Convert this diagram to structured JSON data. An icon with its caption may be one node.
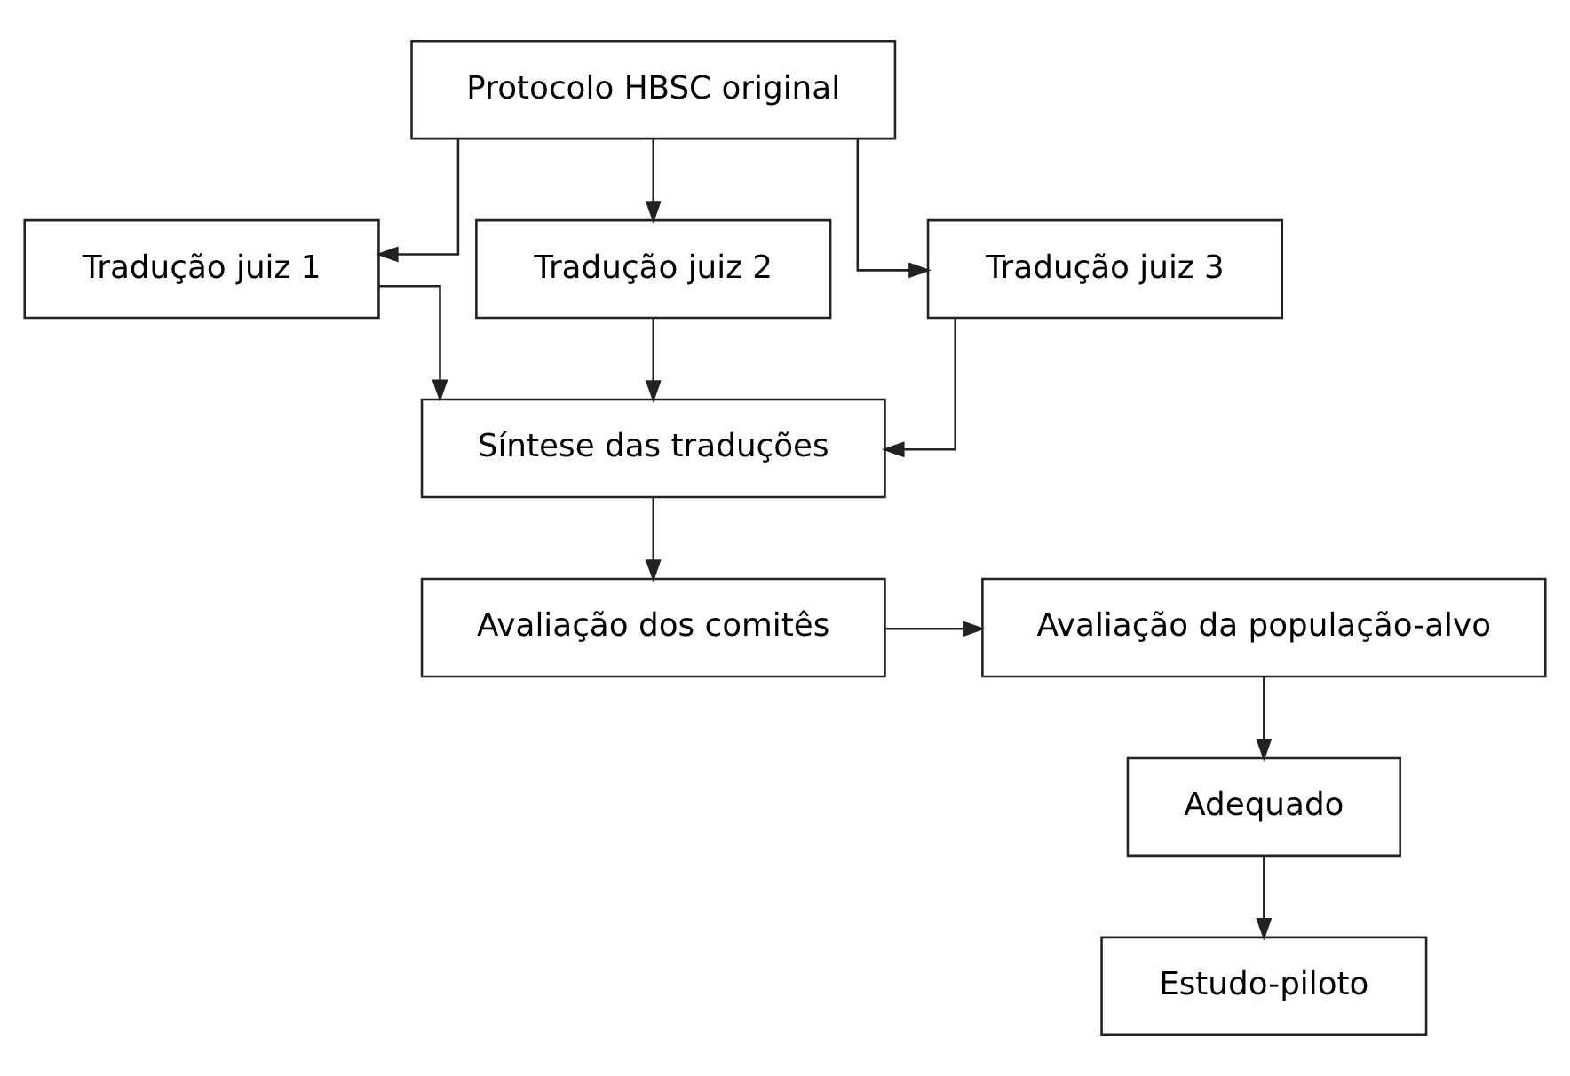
{
  "diagram": {
    "nodes": [
      {
        "text": [
          "Protocolo HBSC original"
        ]
      },
      {
        "text": [
          "Tradução juiz 1"
        ]
      },
      {
        "text": [
          "Tradução juiz 2"
        ]
      },
      {
        "text": [
          "Tradução juiz 3"
        ]
      },
      {
        "text": [
          "Síntese das traduções"
        ]
      },
      {
        "text": [
          "Avaliação dos comitês"
        ]
      },
      {
        "text": [
          "Avaliação da população-alvo"
        ]
      },
      {
        "text": [
          "Adequado"
        ]
      },
      {
        "text": [
          "Estudo-piloto"
        ]
      }
    ],
    "edges": [
      {
        "from": 0,
        "to": 1,
        "arrow": "to"
      },
      {
        "from": 0,
        "to": 2,
        "arrow": "to"
      },
      {
        "from": 0,
        "to": 3,
        "arrow": "to"
      },
      {
        "from": 1,
        "to": 4,
        "arrow": "to"
      },
      {
        "from": 2,
        "to": 4,
        "arrow": "to"
      },
      {
        "from": 3,
        "to": 4,
        "arrow": "to"
      },
      {
        "from": 4,
        "to": 5,
        "arrow": "to"
      },
      {
        "from": 5,
        "to": 6,
        "arrow": "to"
      },
      {
        "from": 6,
        "to": 7,
        "arrow": "to"
      },
      {
        "from": 7,
        "to": 8,
        "arrow": "to"
      }
    ]
  }
}
